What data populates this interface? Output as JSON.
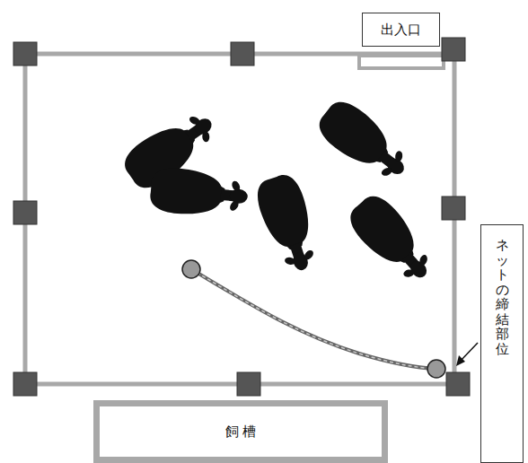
{
  "diagram": {
    "nodes": [
      {
        "text": [
          "出入口"
        ]
      },
      {
        "text": [
          "ネットの締結部位"
        ]
      },
      {
        "text": [
          "飼 槽"
        ]
      }
    ]
  }
}
